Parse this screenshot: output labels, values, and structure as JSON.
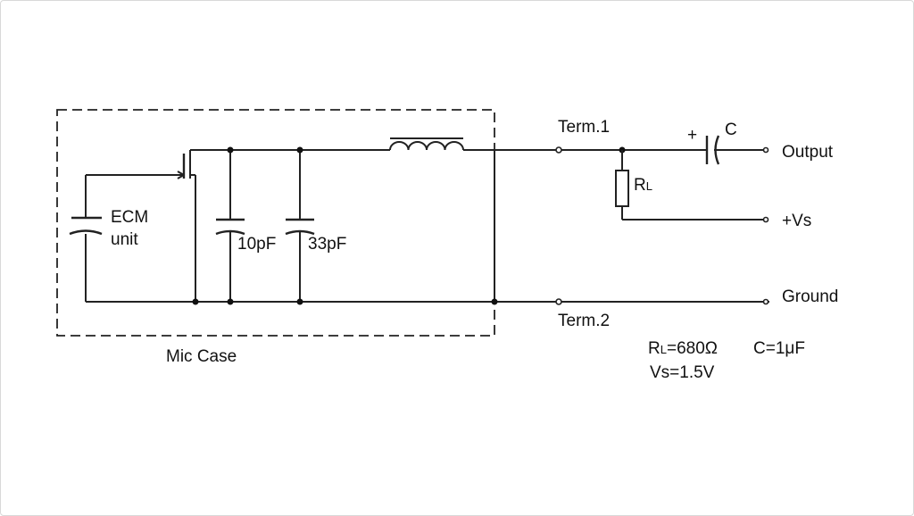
{
  "diagram": {
    "labels": {
      "ecm_line1": "ECM",
      "ecm_line2": "unit",
      "cap_10pf": "10pF",
      "cap_33pf": "33pF",
      "mic_case": "Mic Case",
      "term1": "Term.1",
      "term2": "Term.2",
      "rl_main": "R",
      "rl_sub": "L",
      "cap_c": "C",
      "plus": "+",
      "output": "Output",
      "vs": "+Vs",
      "ground": "Ground"
    },
    "specs": {
      "rl_main": "R",
      "rl_sub": "L",
      "rl_value": "=680Ω",
      "c_value": "C=1μF",
      "vs_value": "Vs=1.5V"
    },
    "colors": {
      "line": "#222222",
      "text": "#111111",
      "background": "#ffffff"
    }
  }
}
